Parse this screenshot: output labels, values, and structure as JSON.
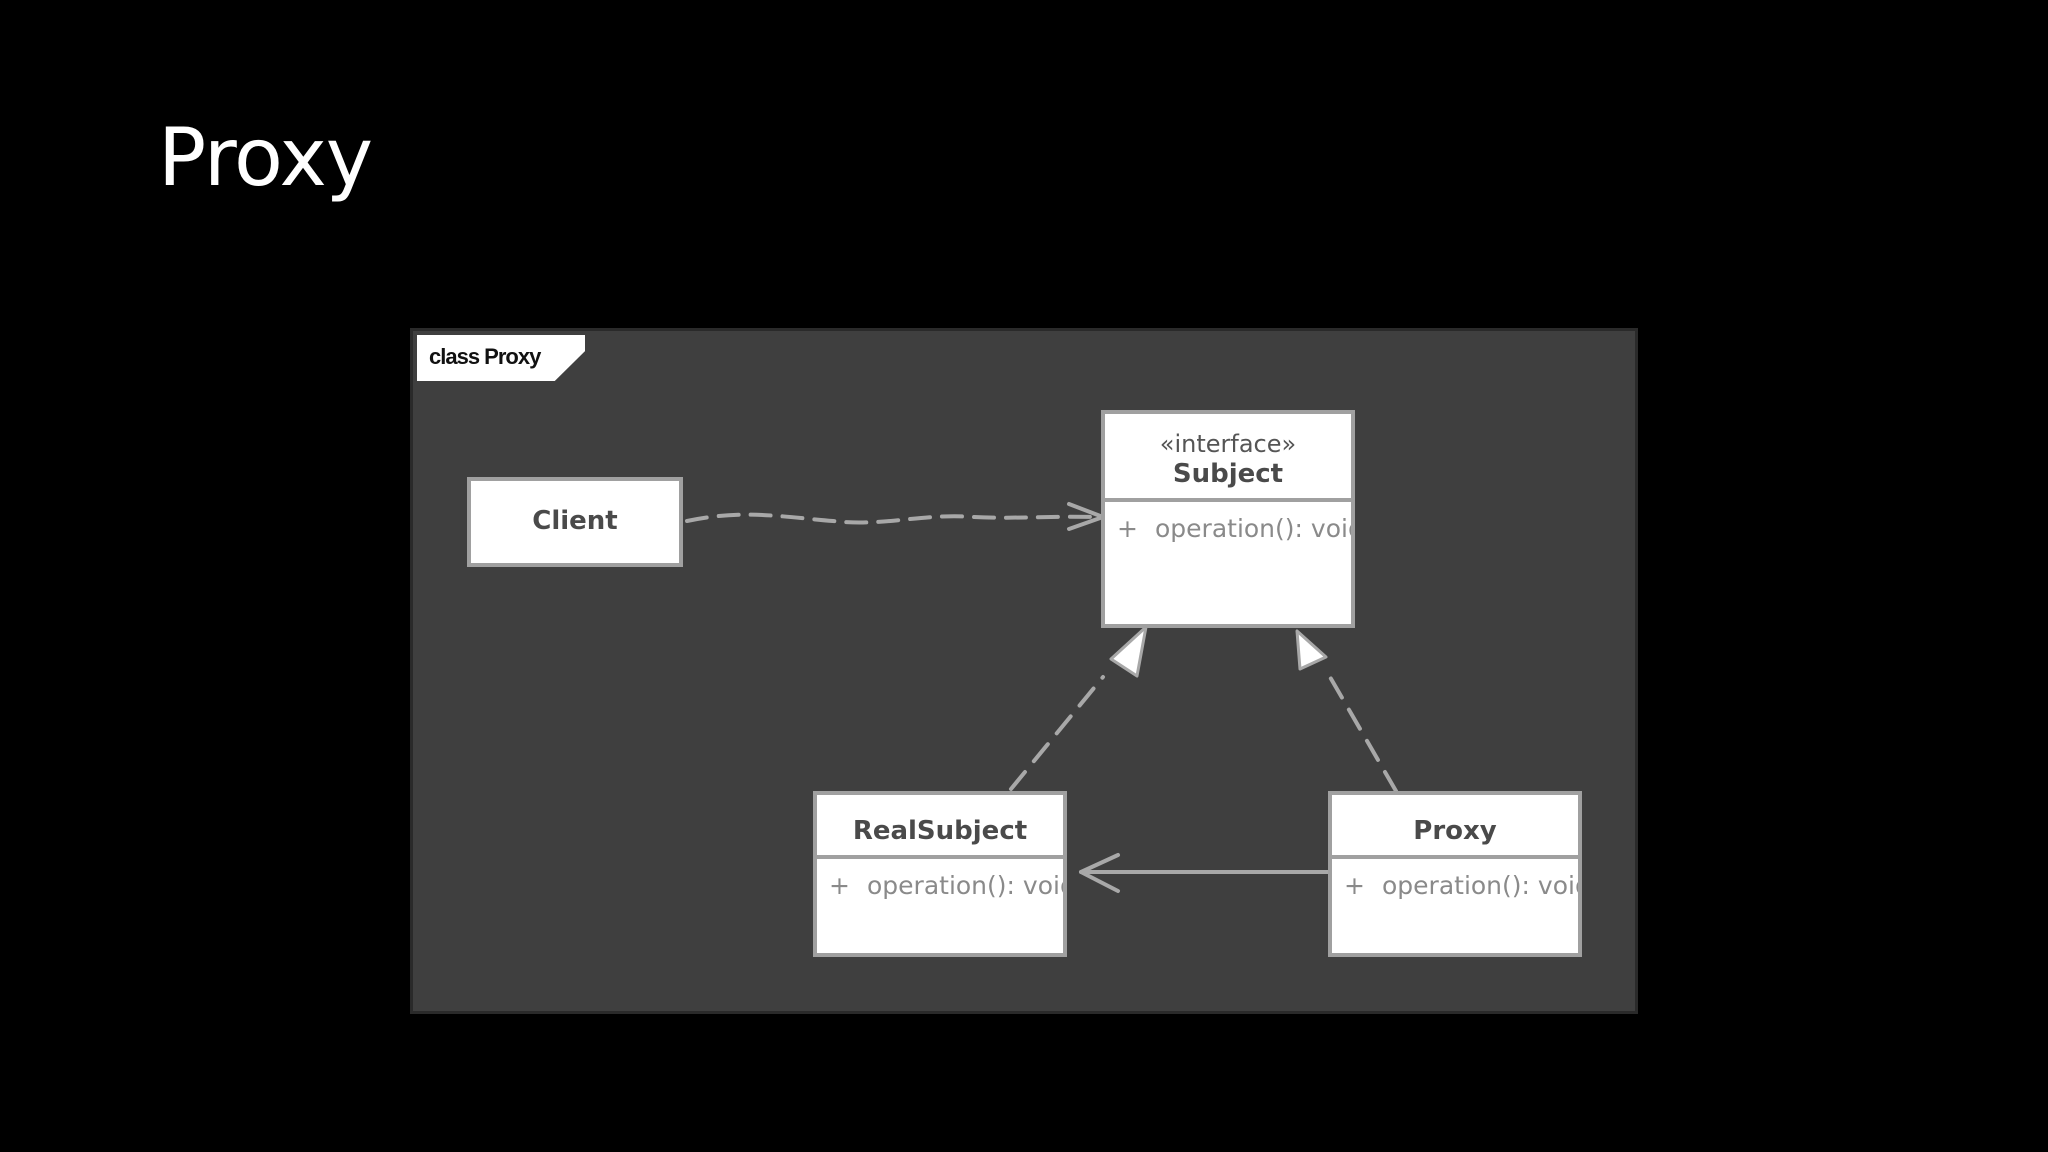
{
  "slide": {
    "title": "Proxy",
    "background_color": "#000000",
    "title_color": "#ffffff"
  },
  "diagram": {
    "frame_label": "class Proxy",
    "background_color": "#3f3f3f",
    "classes": {
      "client": {
        "name": "Client"
      },
      "subject": {
        "stereotype": "«interface»",
        "name": "Subject",
        "operation": {
          "visibility": "+",
          "signature": "operation(): void"
        }
      },
      "real_subject": {
        "name": "RealSubject",
        "operation": {
          "visibility": "+",
          "signature": "operation(): void"
        }
      },
      "proxy": {
        "name": "Proxy",
        "operation": {
          "visibility": "+",
          "signature": "operation(): void"
        }
      }
    },
    "relationships": [
      {
        "from": "Client",
        "to": "Subject",
        "kind": "dependency"
      },
      {
        "from": "RealSubject",
        "to": "Subject",
        "kind": "realization"
      },
      {
        "from": "Proxy",
        "to": "Subject",
        "kind": "realization"
      },
      {
        "from": "Proxy",
        "to": "RealSubject",
        "kind": "association"
      }
    ]
  }
}
